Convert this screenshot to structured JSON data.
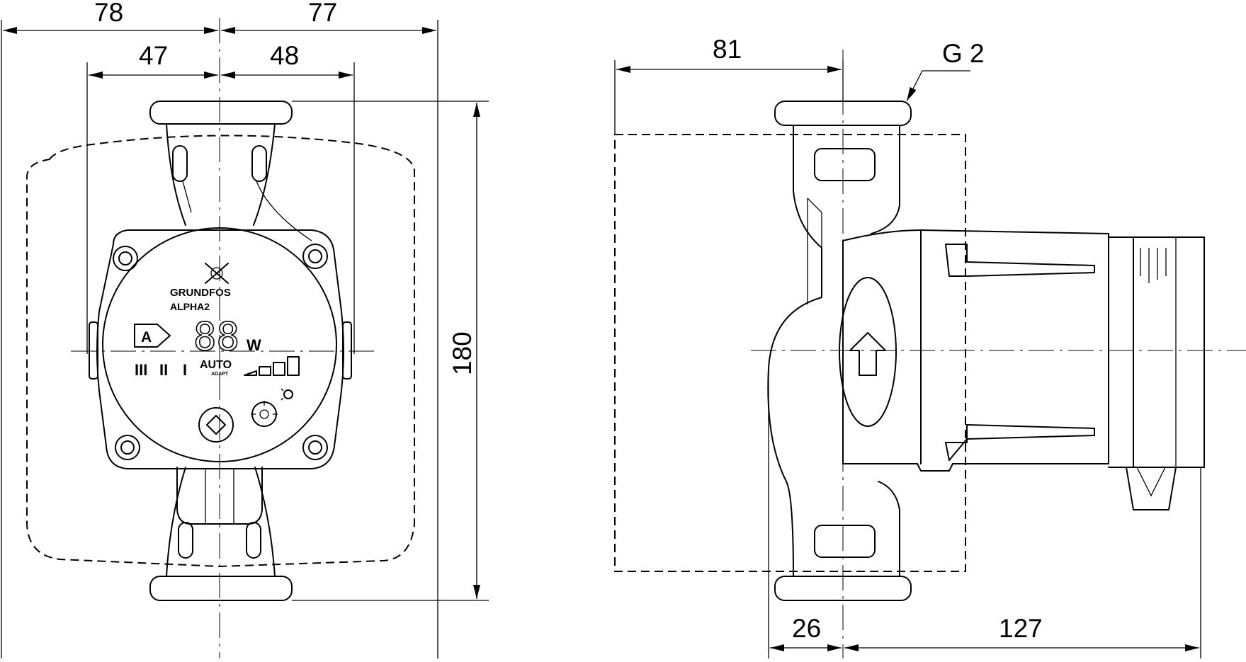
{
  "front_view": {
    "dimensions": {
      "overall_left": "78",
      "overall_right": "77",
      "inner_left": "47",
      "inner_right": "48",
      "height": "180"
    },
    "display": {
      "brand": "GRUNDFOS",
      "model": "ALPHA2",
      "energy_label": "A",
      "digits": "88",
      "unit": "W",
      "mode_auto": "AUTO",
      "mode_adapt": "ADAPT",
      "speed_iii": "III",
      "speed_ii": "II",
      "speed_i": "I"
    }
  },
  "side_view": {
    "dimensions": {
      "depth_top": "81",
      "thread": "G 2",
      "bottom_left": "26",
      "bottom_right": "127"
    }
  }
}
